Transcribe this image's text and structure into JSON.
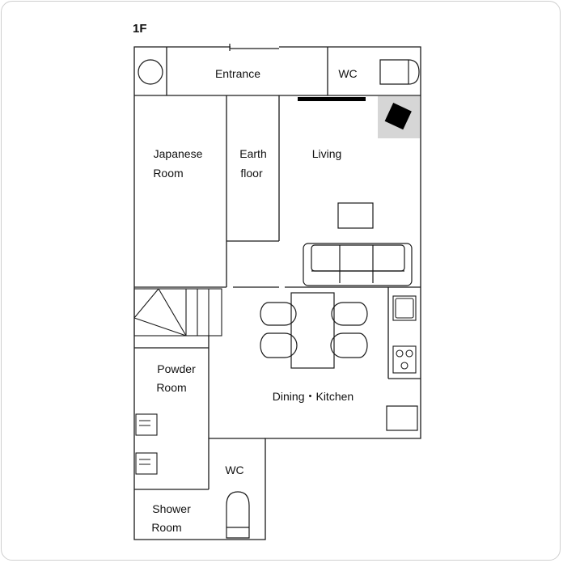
{
  "floor_label": "1F",
  "rooms": {
    "entrance": "Entrance",
    "wc_top": "WC",
    "japanese_line1": "Japanese",
    "japanese_line2": "Room",
    "earth_line1": "Earth",
    "earth_line2": "floor",
    "living": "Living",
    "powder_line1": "Powder",
    "powder_line2": "Room",
    "dining_kitchen": "Dining・Kitchen",
    "wc_bottom": "WC",
    "shower_line1": "Shower",
    "shower_line2": "Room"
  },
  "colors": {
    "wall": "#1a1a1a",
    "stove_area": "#d6d6d6",
    "stove": "#000000"
  }
}
